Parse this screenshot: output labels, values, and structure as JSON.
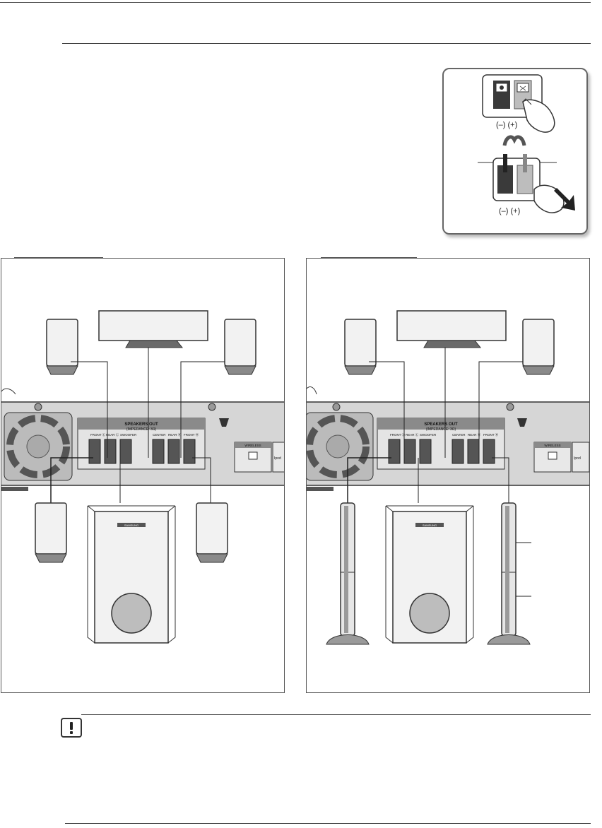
{
  "inset": {
    "polarity_top": "(–)  (+)",
    "polarity_bottom": "(–)  (+)"
  },
  "receiver": {
    "speakers_out_title": "SPEAKERS OUT",
    "impedance": "(IMPEDANCE: 3Ω)",
    "left_labels": [
      "FRONT Ⓛ",
      "REAR Ⓛ",
      "SWOOFER",
      "CENTER",
      "REAR Ⓡ",
      "FRONT Ⓡ"
    ],
    "right_labels": [
      "FRONT Ⓛ",
      "REAR Ⓛ",
      "SWOOFER",
      "CENTER",
      "REAR Ⓡ",
      "FRONT Ⓡ"
    ],
    "wireless_label": "WIRELESS",
    "ipod_label": "Ipod",
    "subwoofer_brand": "SAMSUNG"
  },
  "caution_icon": "exclamation-icon",
  "colors": {
    "outline": "#333333",
    "fill_light": "#efefef",
    "fill_mid": "#cfcfcf",
    "fill_dark": "#6a6a6a",
    "header_band": "#8a8a8a"
  }
}
